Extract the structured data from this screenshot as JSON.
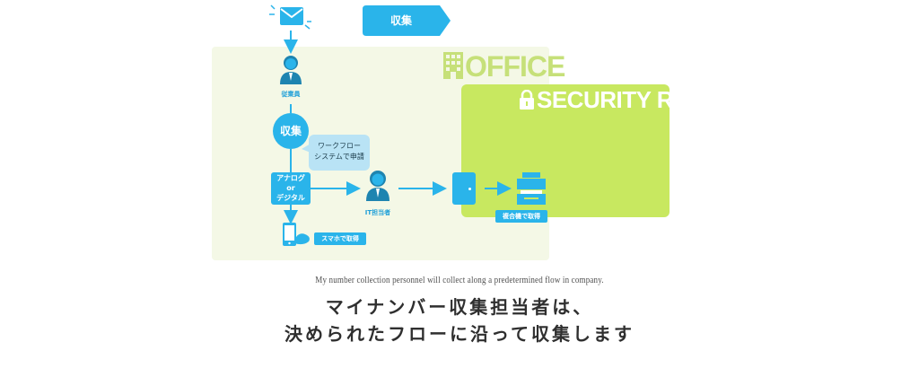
{
  "header_tag": {
    "label": "収集"
  },
  "office": {
    "title": "OFFICE"
  },
  "security_room": {
    "title": "SECURITY ROOM"
  },
  "nodes": {
    "employee": "従業員",
    "collect": "収集",
    "workflow_line1": "ワークフロー",
    "workflow_line2": "システムで申請",
    "analog_line1": "アナログ",
    "analog_line2": "or",
    "analog_line3": "デジタル",
    "it_staff": "IT担当者",
    "mfp": "複合機で取得",
    "smartphone": "スマホで取得"
  },
  "captions": {
    "english": "My number collection personnel will collect along a predetermined flow in company.",
    "japanese_line1": "マイナンバー収集担当者は、",
    "japanese_line2": "決められたフローに沿って収集します"
  },
  "colors": {
    "blue": "#2ab4ea",
    "office_bg": "#f4f8e6",
    "security_bg": "#c8e860",
    "person": "#1e84b0"
  },
  "icons": [
    "envelope-icon",
    "person-icon",
    "building-icon",
    "lock-icon",
    "door-icon",
    "printer-icon",
    "smartphone-icon",
    "arrow-icon"
  ]
}
